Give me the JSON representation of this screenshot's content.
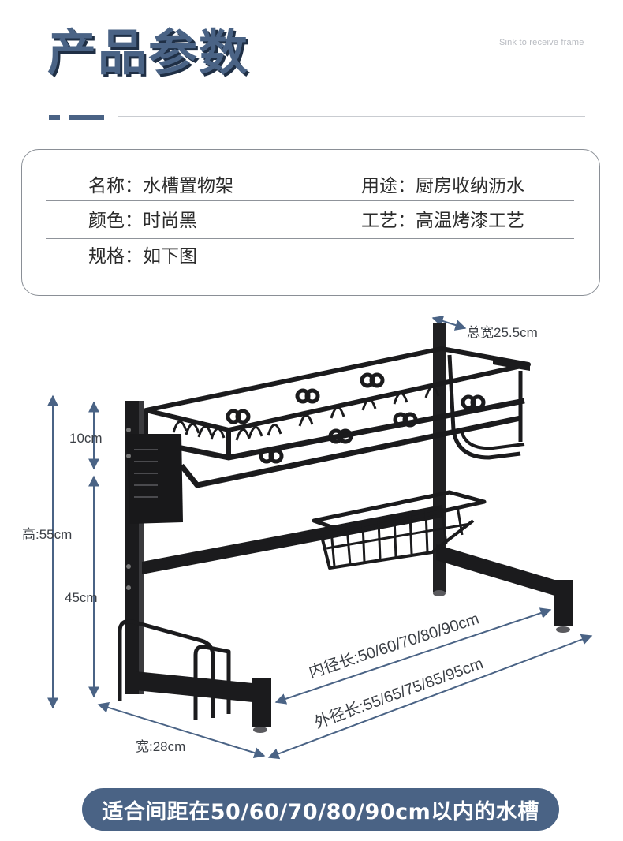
{
  "header": {
    "title": "产品参数",
    "subtitle": "Sink to receive frame"
  },
  "specs": {
    "name": {
      "label": "名称",
      "sep": "：",
      "value": "水槽置物架"
    },
    "usage": {
      "label": "用途",
      "sep": "：",
      "value": "厨房收纳沥水"
    },
    "color": {
      "label": "颜色",
      "sep": "：",
      "value": "时尚黑"
    },
    "craft": {
      "label": "工艺",
      "sep": "：",
      "value": "高温烤漆工艺"
    },
    "size": {
      "label": "规格",
      "sep": "：",
      "value": "如下图"
    }
  },
  "dimensions": {
    "total_width": "总宽25.5cm",
    "upper_height": "10cm",
    "total_height": "高:55cm",
    "lower_height": "45cm",
    "inner_length": "内径长:50/60/70/80/90cm",
    "outer_length": "外径长:55/65/75/85/95cm",
    "width": "宽:28cm"
  },
  "banner": {
    "text": "适合间距在50/60/70/80/90cm以内的水槽"
  },
  "colors": {
    "accent": "#4a6385",
    "shadow": "#1f2f45",
    "rack": "#1b1b1d",
    "arrow": "#4a6385"
  }
}
